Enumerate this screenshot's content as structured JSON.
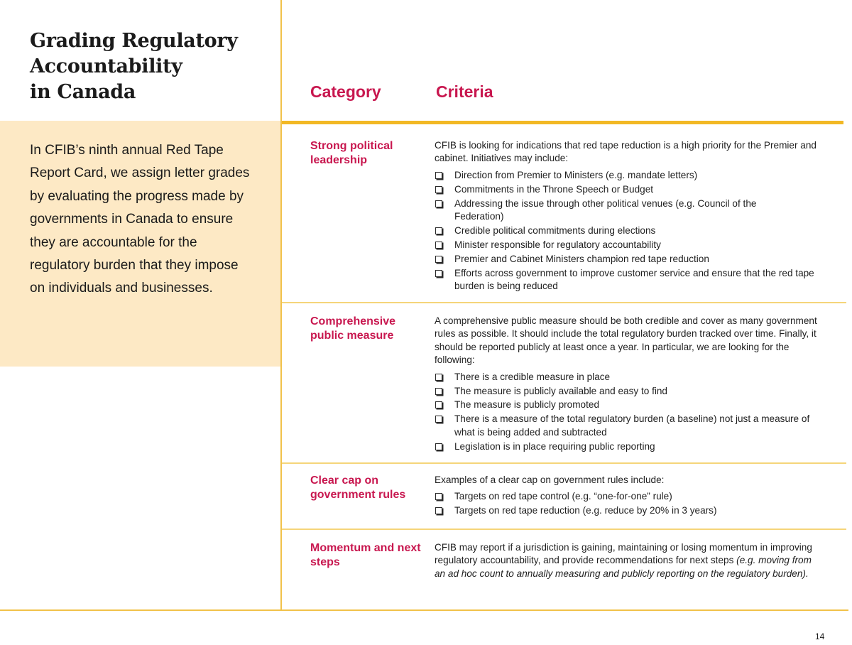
{
  "title": "Grading Regulatory\nAccountability\nin Canada",
  "intro": "In CFIB’s ninth annual Red Tape Report Card, we assign letter grades by evaluating the progress made by governments in Canada to ensure they are accountable for the regulatory burden that they impose on individuals and businesses.",
  "headers": {
    "category": "Category",
    "criteria": "Criteria"
  },
  "rows": [
    {
      "category": "Strong political leadership",
      "paragraphs": [
        "CFIB is looking for indications that red tape reduction is a high priority for the Premier and cabinet. Initiatives may include:"
      ],
      "items": [
        "Direction from Premier to Ministers (e.g. mandate letters)",
        "Commitments in the Throne Speech or Budget",
        "Addressing the issue through other political venues (e.g. Council of the Federation)",
        "Credible political commitments during elections",
        "Minister responsible for regulatory accountability",
        "Premier and Cabinet Ministers champion red tape reduction",
        "Efforts across government to improve customer service and ensure that the red tape burden is being reduced"
      ]
    },
    {
      "category": "Comprehensive public measure",
      "paragraphs": [
        "A comprehensive public measure should be both credible and cover as many government rules as possible. It should include the total regulatory burden tracked over time. Finally, it should be reported publicly at least once a year. In particular, we are looking for the following:"
      ],
      "items": [
        "There is a credible measure in place",
        "The measure is publicly available and easy to find",
        "The measure is publicly promoted",
        "There is a measure of the total regulatory burden (a baseline) not just a measure of what is being added and subtracted",
        "Legislation is in place requiring public reporting"
      ]
    },
    {
      "category": "Clear cap on government rules",
      "paragraphs": [
        "Examples of a clear cap on government rules include:"
      ],
      "items": [
        "Targets on red tape control (e.g. “one-for-one” rule)",
        "Targets on red tape reduction (e.g. reduce by 20% in 3 years)"
      ]
    },
    {
      "category": "Momentum and next steps",
      "paragraphs": [
        "CFIB may report if a jurisdiction is gaining, maintaining or losing momentum in improving regulatory accountability, and provide recommendations for next steps"
      ],
      "italic_note": "(e.g. moving from an ad hoc count to annually measuring and publicly reporting on the regulatory burden).",
      "items": []
    }
  ],
  "page_number": "14",
  "colors": {
    "accent_red": "#c8174f",
    "rule_gold": "#f2b824",
    "intro_bg": "#fde9c5"
  }
}
